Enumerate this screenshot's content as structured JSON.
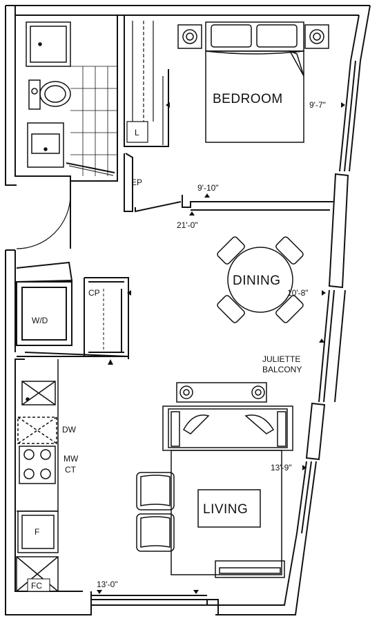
{
  "rooms": {
    "bedroom": "BEDROOM",
    "dining": "DINING",
    "living": "LIVING"
  },
  "labels": {
    "linen": "L",
    "entry_closet": "EP",
    "coat_closet": "CP",
    "washer_dryer": "W/D",
    "dishwasher": "DW",
    "microwave": "MW",
    "cooktop": "CT",
    "fridge": "F",
    "fan_coil": "FC",
    "balcony_line1": "JULIETTE",
    "balcony_line2": "BALCONY"
  },
  "dimensions": {
    "bedroom_height": "9'-7\"",
    "bedroom_width": "9'-10\"",
    "bedroom_depth": "21'-0\"",
    "dining_width": "10'-8\"",
    "living_width": "13'-9\"",
    "living_depth": "13'-0\""
  },
  "colors": {
    "wall": "#111111",
    "background": "#ffffff"
  }
}
